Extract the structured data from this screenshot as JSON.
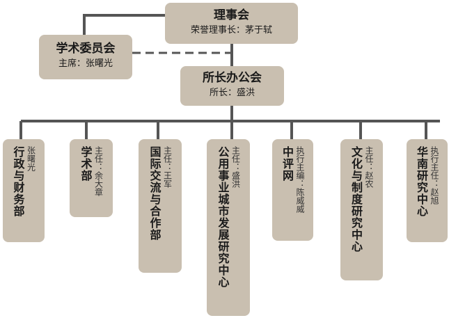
{
  "colors": {
    "box": "#c9bfb0",
    "line": "#555555"
  },
  "board": {
    "title": "理事会",
    "subtitle": "荣誉理事长：茅于轼"
  },
  "academic_committee": {
    "title": "学术委员会",
    "subtitle": "主席：张曙光"
  },
  "director_office": {
    "title": "所长办公会",
    "subtitle": "所长：盛洪"
  },
  "departments": [
    {
      "name": "行政与财务部",
      "head": "张曙光"
    },
    {
      "name": "学术部",
      "head": "主任：余大章"
    },
    {
      "name": "国际交流与合作部",
      "head": "主任：王军"
    },
    {
      "name": "公用事业城市发展研究中心",
      "head": "主任：盛洪"
    },
    {
      "name": "中评网",
      "head": "执行主编：陈威威"
    },
    {
      "name": "文化与制度研究中心",
      "head": "主任：赵农"
    },
    {
      "name": "华南研究中心",
      "head": "执行主任：赵旭"
    }
  ]
}
